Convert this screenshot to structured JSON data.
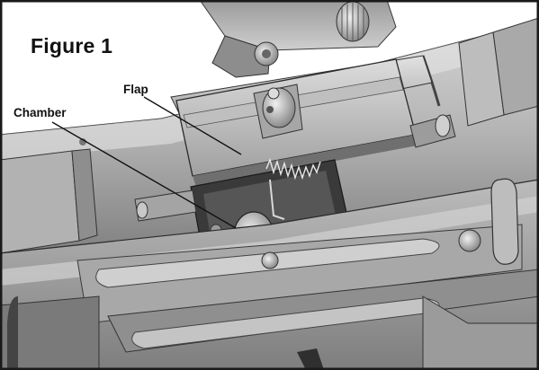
{
  "figure": {
    "title": "Figure 1",
    "callouts": [
      {
        "id": "flap",
        "label": "Flap"
      },
      {
        "id": "chamber",
        "label": "Chamber"
      }
    ]
  },
  "colors": {
    "metal_light": "#c9c9c9",
    "metal_mid": "#9c9c9c",
    "metal_dark": "#5e5e5e",
    "shadow": "#2e2e2e",
    "frame": "#1a1a1a",
    "background": "#ffffff",
    "label_text": "#111111"
  }
}
